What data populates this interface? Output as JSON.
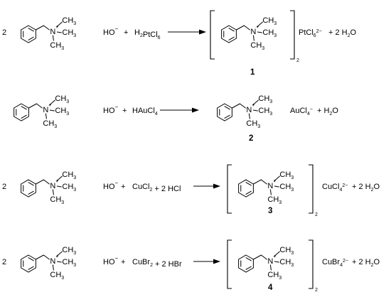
{
  "cation_labels": {
    "n": "N",
    "plus": "+",
    "ch3": "CH",
    "ch3_sub": "3"
  },
  "reactions": [
    {
      "reactant_coef": "2",
      "hydroxide": {
        "main": "HO",
        "sup": "−"
      },
      "plus1": "+",
      "reagent": [
        {
          "t": "H"
        },
        {
          "t": "2",
          "sub": true
        },
        {
          "t": "PtCl"
        },
        {
          "t": "6",
          "sub": true
        }
      ],
      "product_bracket": true,
      "product_bracket_sub": "2",
      "product_anion": [
        {
          "t": "PtCl"
        },
        {
          "t": "6",
          "sub": true
        },
        {
          "t": "2−",
          "sup": true
        }
      ],
      "product_rest": " + 2 H",
      "product_rest_sub": "2",
      "product_rest_end": "O",
      "label": "1"
    },
    {
      "reactant_coef": "",
      "hydroxide": {
        "main": "HO",
        "sup": "−"
      },
      "plus1": "+",
      "reagent": [
        {
          "t": "HAuCl"
        },
        {
          "t": "4",
          "sub": true
        }
      ],
      "product_bracket": false,
      "product_bracket_sub": "",
      "product_anion": [
        {
          "t": "AuCl"
        },
        {
          "t": "4",
          "sub": true
        },
        {
          "t": "−",
          "sup": true
        }
      ],
      "product_rest": " + H",
      "product_rest_sub": "2",
      "product_rest_end": "O",
      "label": "2"
    },
    {
      "reactant_coef": "2",
      "hydroxide": {
        "main": "HO",
        "sup": "−"
      },
      "plus1": "+",
      "reagent": [
        {
          "t": "CuCl"
        },
        {
          "t": "2",
          "sub": true
        },
        {
          "t": " + 2 HCl"
        }
      ],
      "product_bracket": true,
      "product_bracket_sub": "2",
      "product_anion": [
        {
          "t": "CuCl"
        },
        {
          "t": "4",
          "sub": true
        },
        {
          "t": "2−",
          "sup": true
        }
      ],
      "product_rest": " + 2 H",
      "product_rest_sub": "2",
      "product_rest_end": "O",
      "label": "3"
    },
    {
      "reactant_coef": "2",
      "hydroxide": {
        "main": "HO",
        "sup": "−"
      },
      "plus1": "+",
      "reagent": [
        {
          "t": "CuBr"
        },
        {
          "t": "2",
          "sub": true
        },
        {
          "t": " + 2 HBr"
        }
      ],
      "product_bracket": true,
      "product_bracket_sub": "2",
      "product_anion": [
        {
          "t": "CuBr"
        },
        {
          "t": "4",
          "sub": true
        },
        {
          "t": "2−",
          "sup": true
        }
      ],
      "product_rest": " + 2 H",
      "product_rest_sub": "2",
      "product_rest_end": "O",
      "label": "4"
    }
  ]
}
